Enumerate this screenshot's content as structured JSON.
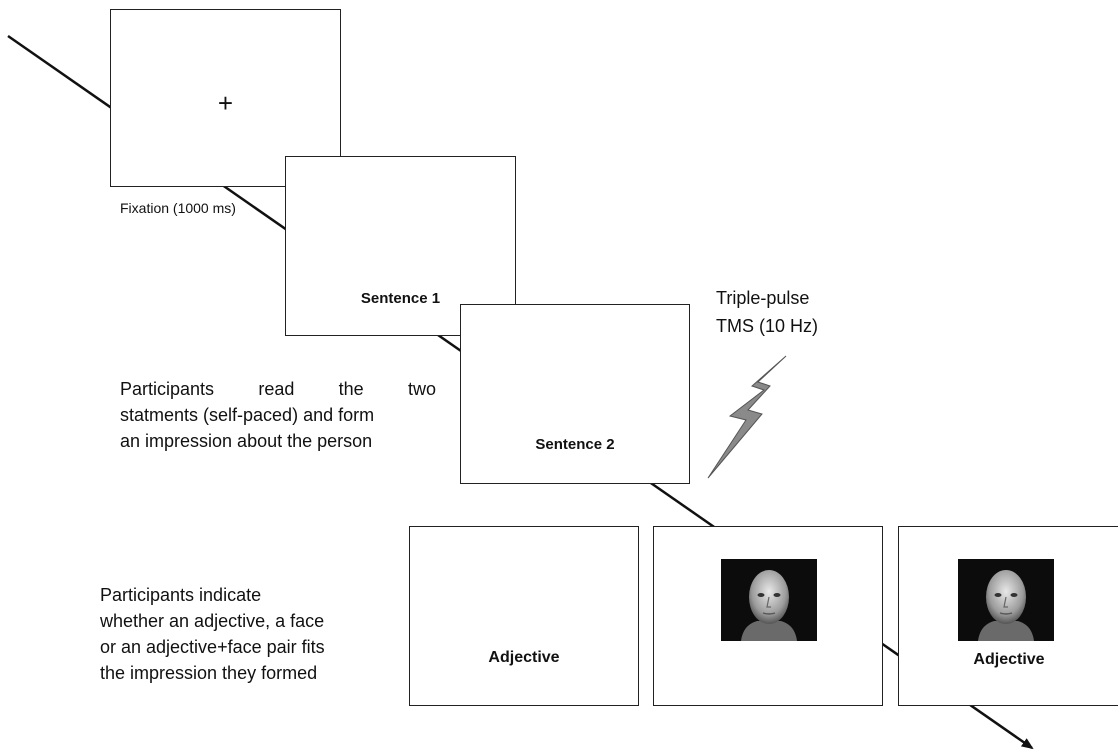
{
  "screens": {
    "fixation": {
      "symbol": "+",
      "caption": "Fixation (1000 ms)"
    },
    "sentence1": {
      "label": "Sentence 1"
    },
    "sentence2": {
      "label": "Sentence 2"
    },
    "trial_adjective": {
      "label": "Adjective"
    },
    "trial_face": {},
    "trial_pair": {
      "label": "Adjective"
    }
  },
  "tms": {
    "line1": "Triple-pulse",
    "line2": "TMS (10 Hz)"
  },
  "notes": {
    "reading": {
      "lines": [
        "Participants read the two",
        "statments (self-paced) and form",
        "an impression about the person"
      ]
    },
    "response": {
      "lines": [
        "Participants indicate",
        "whether an adjective, a face",
        "or an adjective+face pair fits",
        "the impression they formed"
      ]
    }
  },
  "colors": {
    "line": "#111111",
    "border": "#222222",
    "bolt": "#8a8a8a",
    "face_bg": "#0c0c0c"
  }
}
